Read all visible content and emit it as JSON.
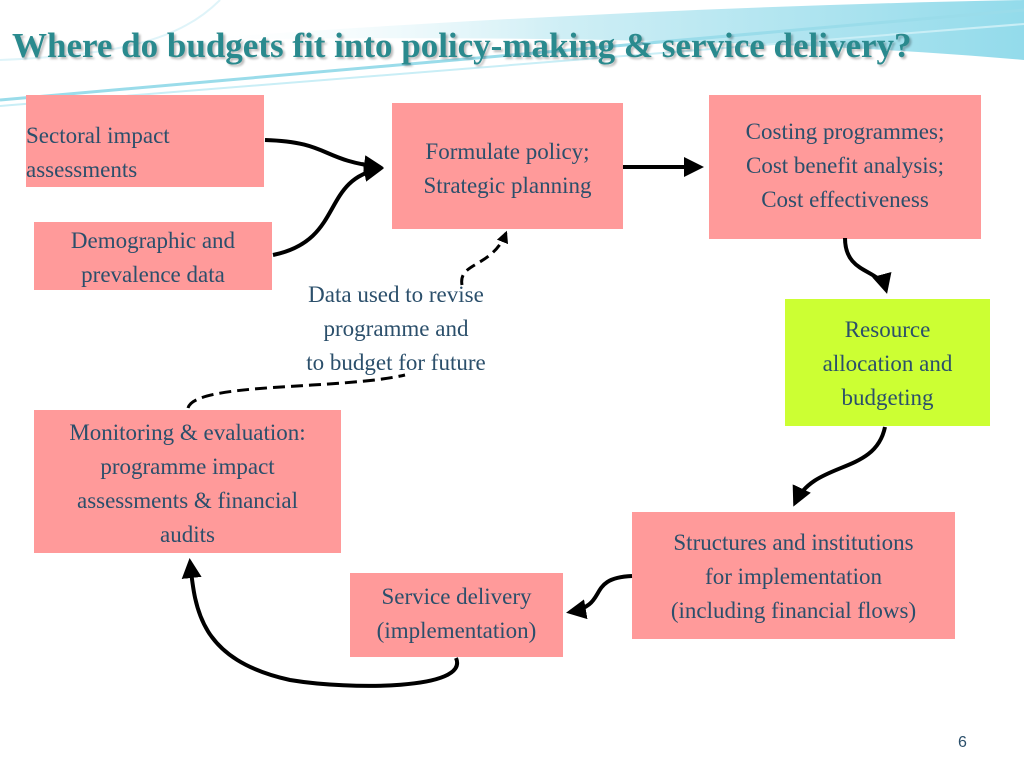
{
  "title": "Where do budgets fit into policy-making & service delivery?",
  "page_number": "6",
  "colors": {
    "title": "#2a8a8e",
    "box_pink": "#ff9a9a",
    "box_highlight": "#ccff33",
    "text": "#2b4f6b",
    "background_accent": "#7fd3e6"
  },
  "boxes": {
    "sectoral": [
      "Sectoral impact",
      "assessments"
    ],
    "demographic": [
      "Demographic and",
      "prevalence data"
    ],
    "formulate": [
      "Formulate policy;",
      "Strategic planning"
    ],
    "costing": [
      "Costing programmes;",
      "Cost benefit analysis;",
      "Cost effectiveness"
    ],
    "resource": [
      "Resource",
      "allocation and",
      "budgeting"
    ],
    "structures": [
      "Structures and institutions",
      "for implementation",
      "(including financial flows)"
    ],
    "service": [
      "Service delivery",
      "(implementation)"
    ],
    "monitoring": [
      "Monitoring & evaluation:",
      "programme impact",
      "assessments &  financial",
      "audits"
    ]
  },
  "feedback_label": [
    "Data used to revise",
    "programme and",
    "to budget for future"
  ]
}
